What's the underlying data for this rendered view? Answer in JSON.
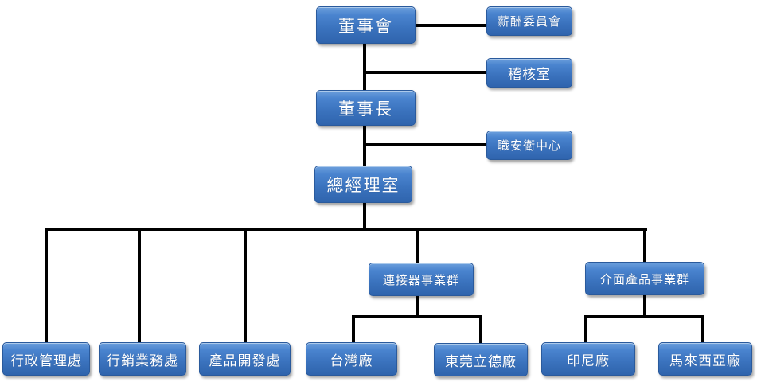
{
  "chart": {
    "nodes": {
      "board": "董事會",
      "compensation_committee": "薪酬委員會",
      "audit_office": "稽核室",
      "chairman": "董事長",
      "ehs_center": "職安衛中心",
      "president_office": "總經理室",
      "admin_division": "行政管理處",
      "sales_division": "行銷業務處",
      "product_dev_division": "產品開發處",
      "connector_bg": "連接器事業群",
      "interface_bg": "介面產品事業群",
      "taiwan_plant": "台灣廠",
      "dongguan_plant": "東莞立德廠",
      "indonesia_plant": "印尼廠",
      "malaysia_plant": "馬來西亞廠"
    },
    "colors": {
      "box": "#3a72bd",
      "line": "#000000",
      "text": "#ffffff"
    }
  }
}
